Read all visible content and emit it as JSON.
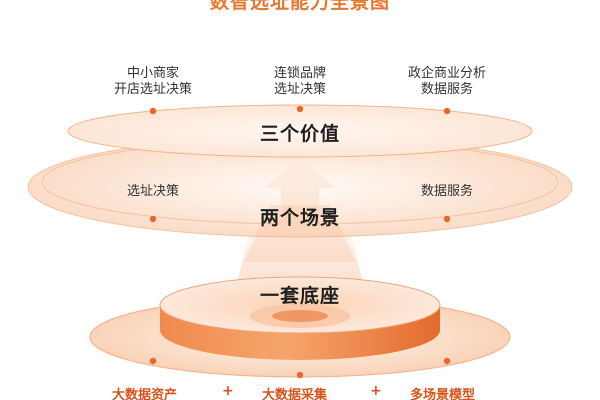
{
  "title": "数智选址能力全景图",
  "value_layer": {
    "label": "三个价值",
    "items": [
      {
        "line1": "中小商家",
        "line2": "开店选址决策"
      },
      {
        "line1": "连锁品牌",
        "line2": "选址决策"
      },
      {
        "line1": "政企商业分析",
        "line2": "数据服务"
      }
    ]
  },
  "scene_layer": {
    "label": "两个场景",
    "items": [
      {
        "text": "选址决策"
      },
      {
        "text": "数据服务"
      }
    ]
  },
  "base_layer": {
    "label": "一套底座",
    "items": [
      {
        "text": "大数据资产"
      },
      {
        "text": "大数据采集"
      },
      {
        "text": "多场景模型"
      }
    ],
    "separator": "+"
  },
  "colors": {
    "accent": "#e8762d",
    "dot": "#e8672b",
    "ring": "#f1b58f",
    "text": "#1f1f1f"
  }
}
